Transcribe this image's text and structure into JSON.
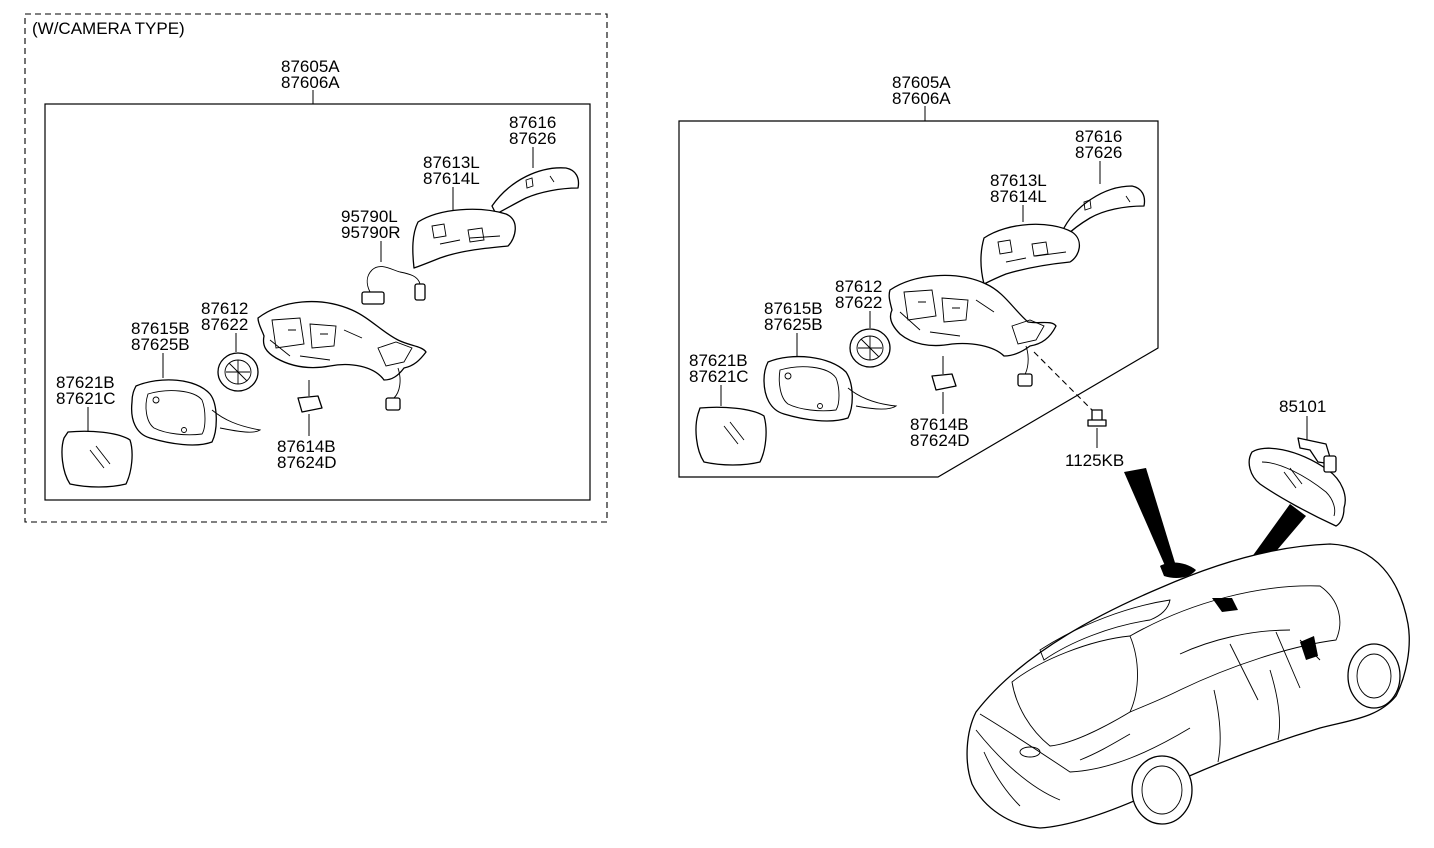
{
  "camera_type_box": {
    "title": "(W/CAMERA TYPE)",
    "assembly": [
      "87605A",
      "87606A"
    ],
    "cover": [
      "87616",
      "87626"
    ],
    "housing_cover": [
      "87613L",
      "87614L"
    ],
    "camera": [
      "95790L",
      "95790R"
    ],
    "actuator": [
      "87612",
      "87622"
    ],
    "holder": [
      "87615B",
      "87625B"
    ],
    "glass": [
      "87621B",
      "87621C"
    ],
    "lamp": [
      "87614B",
      "87624D"
    ]
  },
  "standard": {
    "assembly": [
      "87605A",
      "87606A"
    ],
    "cover": [
      "87616",
      "87626"
    ],
    "housing_cover": [
      "87613L",
      "87614L"
    ],
    "actuator": [
      "87612",
      "87622"
    ],
    "holder": [
      "87615B",
      "87625B"
    ],
    "glass": [
      "87621B",
      "87621C"
    ],
    "lamp": [
      "87614B",
      "87624D"
    ],
    "bolt": "1125KB",
    "inside_mirror": "85101"
  }
}
